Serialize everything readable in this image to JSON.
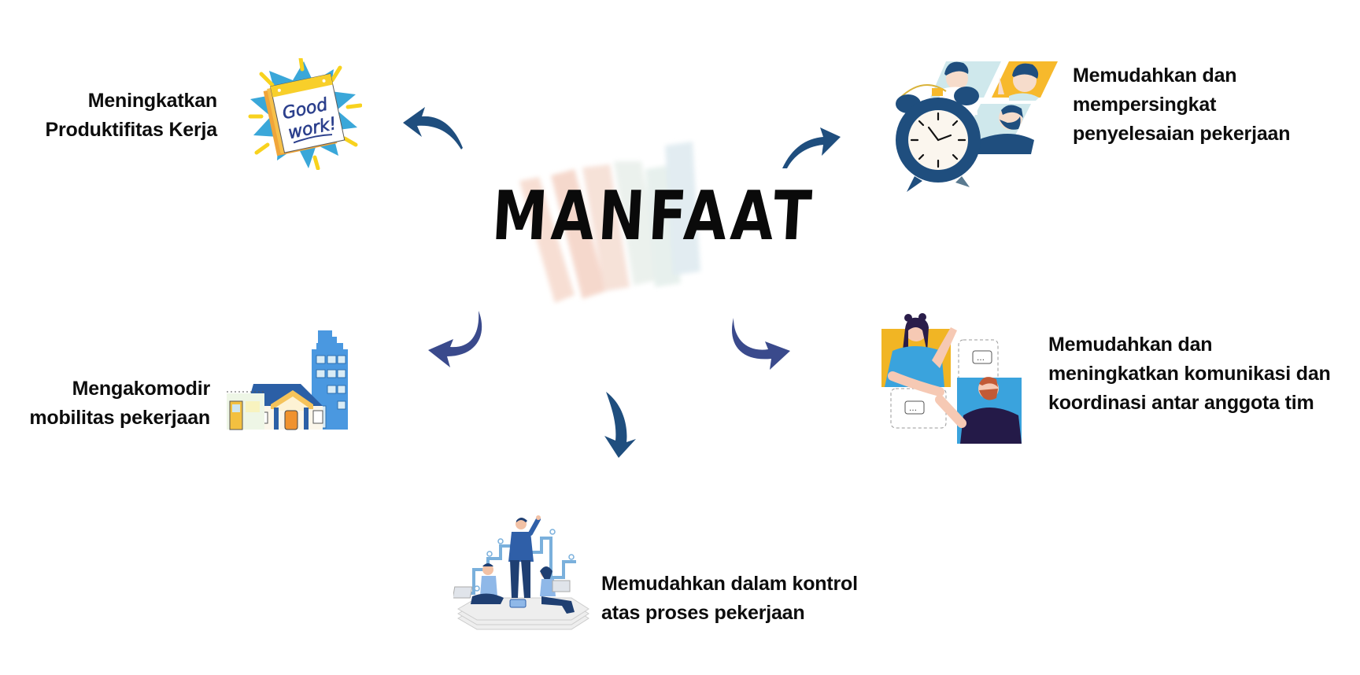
{
  "title": "MANFAAT",
  "colors": {
    "arrow_dark": "#1f4e7e",
    "arrow_indigo": "#3a4a8c",
    "text": "#0d0d0d",
    "brush_peach": "#f6d9cc",
    "brush_mint": "#e3eeea",
    "brush_blue": "#dde9ef"
  },
  "benefits": [
    {
      "id": "productivity",
      "lines": [
        "Meningkatkan",
        "Produktifitas Kerja"
      ],
      "icon": "good-work-calendar-illustration"
    },
    {
      "id": "shorten-completion",
      "lines": [
        "Memudahkan dan",
        "mempersingkat",
        "penyelesaian pekerjaan"
      ],
      "icon": "alarm-clock-team-illustration"
    },
    {
      "id": "mobility",
      "lines": [
        "Mengakomodir",
        "mobilitas pekerjaan"
      ],
      "icon": "houses-buildings-illustration"
    },
    {
      "id": "communication",
      "lines": [
        "Memudahkan dan",
        "meningkatkan komunikasi dan",
        "koordinasi antar anggota tim"
      ],
      "icon": "video-chat-illustration"
    },
    {
      "id": "process-control",
      "lines": [
        "Memudahkan dalam kontrol",
        "atas proses pekerjaan"
      ],
      "icon": "team-workflow-illustration"
    }
  ],
  "illustration_text": {
    "good_work_1": "Good",
    "good_work_2": "work!",
    "chat_dots": "…"
  }
}
